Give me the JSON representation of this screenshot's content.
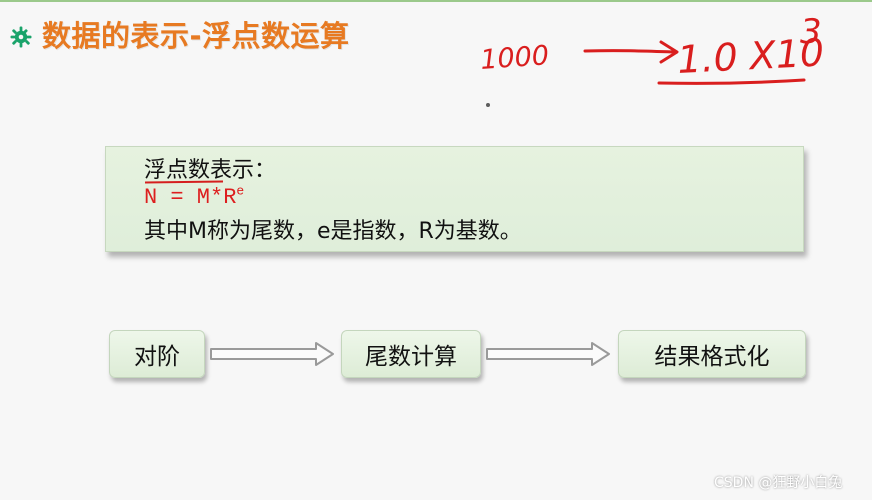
{
  "slide": {
    "title": "数据的表示-浮点数运算",
    "accent_color": "#e77a22",
    "icon": "gear-icon"
  },
  "handwriting": {
    "number": "1000",
    "result_base": "1.0 X10",
    "result_exponent": "3",
    "color": "#d91e1e"
  },
  "formula_box": {
    "heading": "浮点数表示：",
    "formula_base": "N = M*R",
    "formula_exponent": "e",
    "description": "其中M称为尾数，e是指数，R为基数。"
  },
  "process": {
    "steps": [
      "对阶",
      "尾数计算",
      "结果格式化"
    ]
  },
  "watermark": {
    "text": "CSDN @狂野小白兔"
  }
}
